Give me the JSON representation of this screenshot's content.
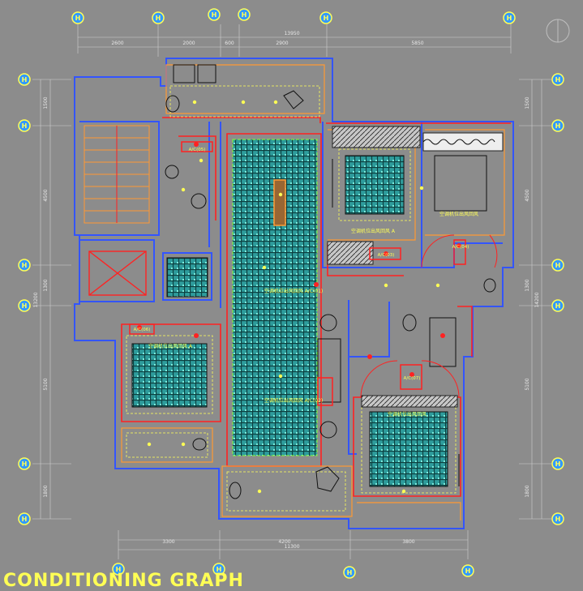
{
  "drawing": {
    "title": "CONDITIONING GRAPH"
  },
  "axis_bubble_label": "H",
  "dimensions": {
    "top_total": "13950",
    "top": [
      "2600",
      "2000",
      "600",
      "2900",
      "5850"
    ],
    "bottom_total": "11300",
    "bottom": [
      "3300",
      "4200",
      "3800"
    ],
    "left_total": "13200",
    "left": [
      "1500",
      "4500",
      "1300",
      "5100",
      "1800"
    ],
    "right_total": "14200",
    "right": [
      "1500",
      "4500",
      "1300",
      "5100",
      "1800"
    ]
  },
  "rooms": {
    "living": "空调机位出风回风 A/C(01)",
    "dining": "空调机位出风回风 A/C(02)",
    "bedroom_ne": "空调机位出风回风 A",
    "bath_ne": "空调机位出风回风",
    "bedroom_sw": "空调机位出风回风 A",
    "bedroom_se": "空调机位出风回风"
  },
  "ac_units": {
    "kitchen": "A/C(05)",
    "bedroom_ne": "A/C(03)",
    "bath_ne": "A/C(04)",
    "bedroom_sw": "A/C(06)",
    "bedroom_se": "A/C(07)"
  },
  "colors": {
    "background": "#8c8c8c",
    "wall_blue": "#3355ff",
    "red": "#ff2222",
    "orange": "#ff9933",
    "yellow": "#ffff55",
    "green_dash": "#88ff33",
    "ceiling_hatch": "#2e9c9c",
    "bubble_fill": "#3399ff",
    "title": "#ffff55"
  }
}
